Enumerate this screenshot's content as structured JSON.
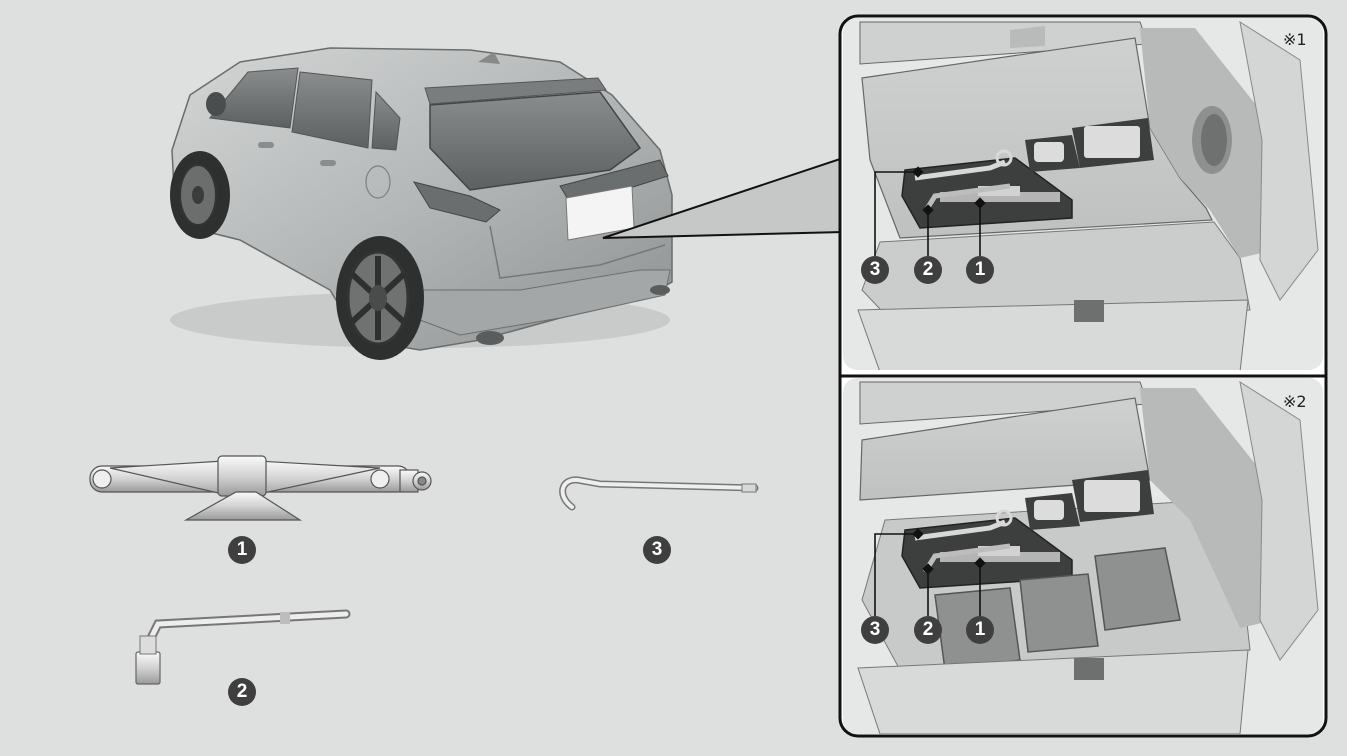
{
  "tools": {
    "jack": {
      "number": "1"
    },
    "wrench": {
      "number": "2"
    },
    "hook": {
      "number": "3"
    }
  },
  "panel_top": {
    "note": "※1",
    "callouts": [
      "3",
      "2",
      "1"
    ]
  },
  "panel_bottom": {
    "note": "※2",
    "callouts": [
      "3",
      "2",
      "1"
    ]
  },
  "colors": {
    "background": "#dedfdf",
    "badge": "#3f3f3f",
    "outline": "#1a1a1a"
  }
}
